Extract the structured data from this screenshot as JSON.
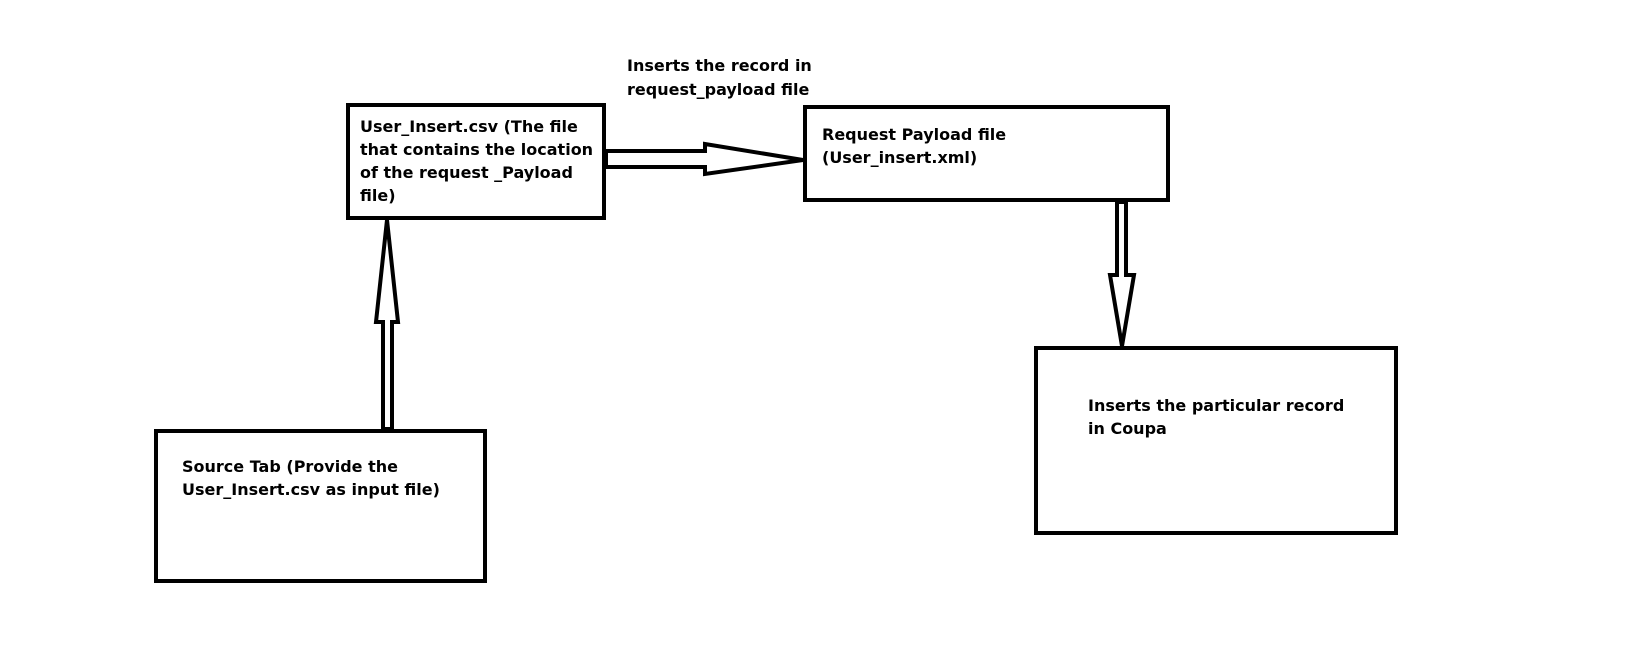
{
  "diagram": {
    "nodes": {
      "csv_file": "User_Insert.csv (The file\nthat contains the location\nof the request _Payload\nfile)",
      "request_payload": "Request Payload file (User_insert.xml)",
      "source_tab": "Source Tab (Provide the\nUser_Insert.csv as input file)",
      "coupa": "Inserts the particular record\nin Coupa"
    },
    "edges": {
      "csv_to_payload_label": "Inserts the record in\nrequest_payload file"
    },
    "colors": {
      "stroke": "#000000",
      "background": "#ffffff"
    }
  }
}
